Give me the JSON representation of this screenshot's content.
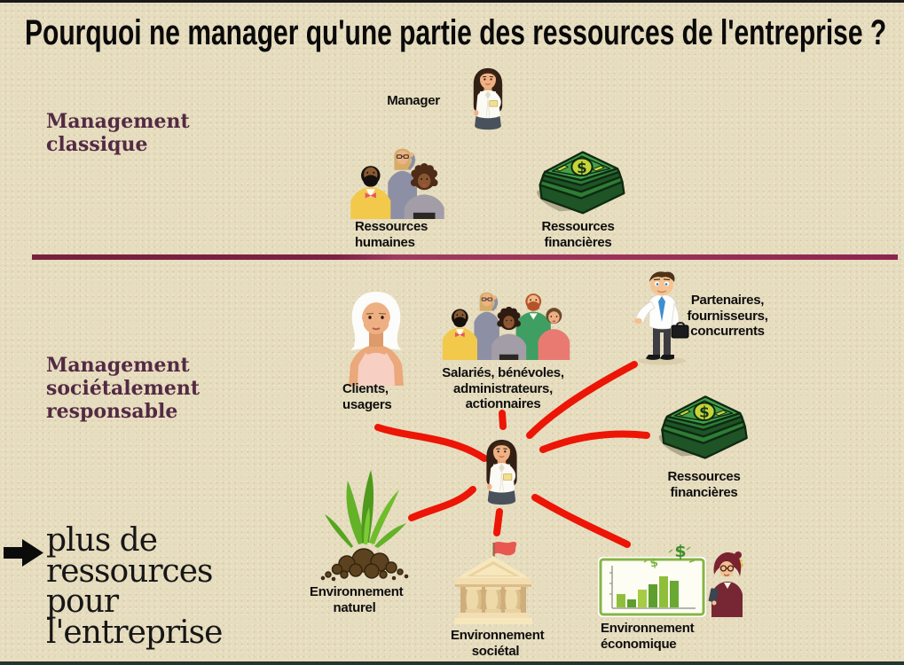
{
  "title": "Pourquoi ne manager qu'une partie des ressources de l'entreprise ?",
  "colors": {
    "background": "#e6dcbe",
    "heading_plum": "#532a43",
    "divider_plum": "#8c2450",
    "connector_red": "#ec1506",
    "label_black": "#0e0e0e"
  },
  "icons": {
    "dollar_sign": "$"
  },
  "classic": {
    "heading": "Management\nclassique",
    "manager_label": "Manager",
    "human_resources_label": "Ressources\nhumaines",
    "financial_resources_label": "Ressources\nfinancières"
  },
  "responsible": {
    "heading": "Management\nsociétalement\nresponsable",
    "clients_label": "Clients,\nusagers",
    "employees_label": "Salariés, bénévoles,\nadministrateurs,\nactionnaires",
    "partners_label": "Partenaires,\nfournisseurs,\nconcurrents",
    "financial_resources_label": "Ressources\nfinancières",
    "natural_environment_label": "Environnement\nnaturel",
    "societal_environment_label": "Environnement\nsociétal",
    "economic_environment_label": "Environnement\néconomique"
  },
  "conclusion": {
    "text": "plus de\nressources\npour\nl'entreprise"
  }
}
